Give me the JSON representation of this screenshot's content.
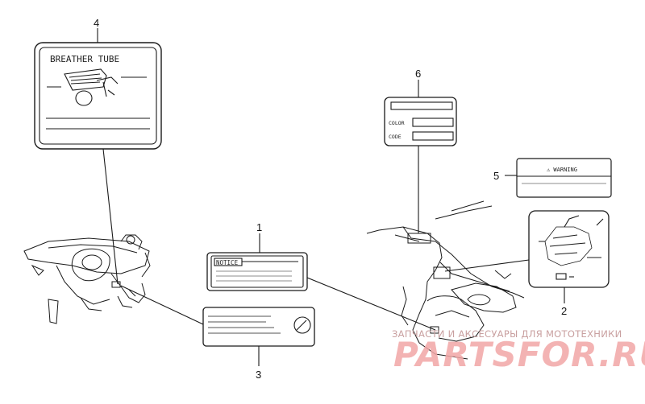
{
  "callouts": [
    {
      "id": "1",
      "label": "1"
    },
    {
      "id": "2",
      "label": "2"
    },
    {
      "id": "3",
      "label": "3"
    },
    {
      "id": "4",
      "label": "4"
    },
    {
      "id": "5",
      "label": "5"
    },
    {
      "id": "6",
      "label": "6"
    }
  ],
  "label_texts": {
    "breather": "BREATHER TUBE",
    "notice": "NOTICE",
    "color": "COLOR",
    "code": "CODE",
    "warning": "⚠ WARNING"
  },
  "watermark": {
    "tagline": "ЗАПЧАСТИ И АКСЕСУАРЫ ДЛЯ МОТОТЕХНИКИ",
    "brand": "PARTSFOR.RU"
  },
  "colors": {
    "line": "#1a1a1a",
    "watermark_brand": "#f2a6a6",
    "watermark_tagline": "#c9a0a0"
  }
}
